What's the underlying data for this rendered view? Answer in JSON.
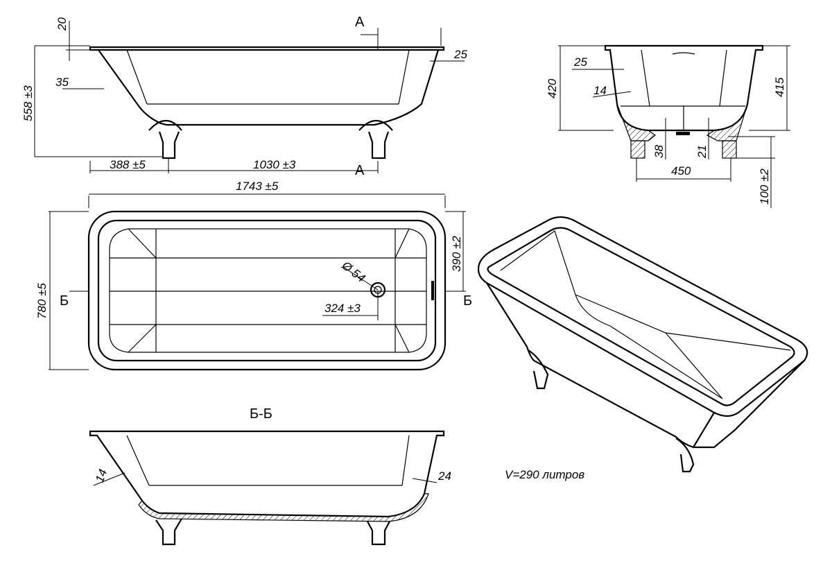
{
  "side_view": {
    "dim_rim": "20",
    "section_mark_top": "A",
    "section_mark_bottom": "A",
    "dim_rim_right": "25",
    "dim_height": "558 ±3",
    "dim_wall": "35",
    "dim_foot_offset": "388 ±5",
    "dim_foot_spacing": "1030 ±3"
  },
  "plan_view": {
    "dim_length": "1743 ±5",
    "dim_width": "780 ±5",
    "dim_half_width": "390 ±2",
    "dim_drain_dia": "Ø 54",
    "dim_drain_offset": "324 ±3",
    "section_mark_left": "Б",
    "section_mark_right": "Б"
  },
  "end_view": {
    "dim_total_height": "420",
    "dim_rim": "25",
    "dim_wall": "14",
    "dim_inner_height": "415",
    "dim_38": "38",
    "dim_21": "21",
    "dim_foot_spacing": "450",
    "dim_foot_height": "100 ±2"
  },
  "section_view": {
    "title": "Б-Б",
    "dim_wall_left": "14",
    "dim_wall_right": "24"
  },
  "volume_note": "V=290 литров"
}
